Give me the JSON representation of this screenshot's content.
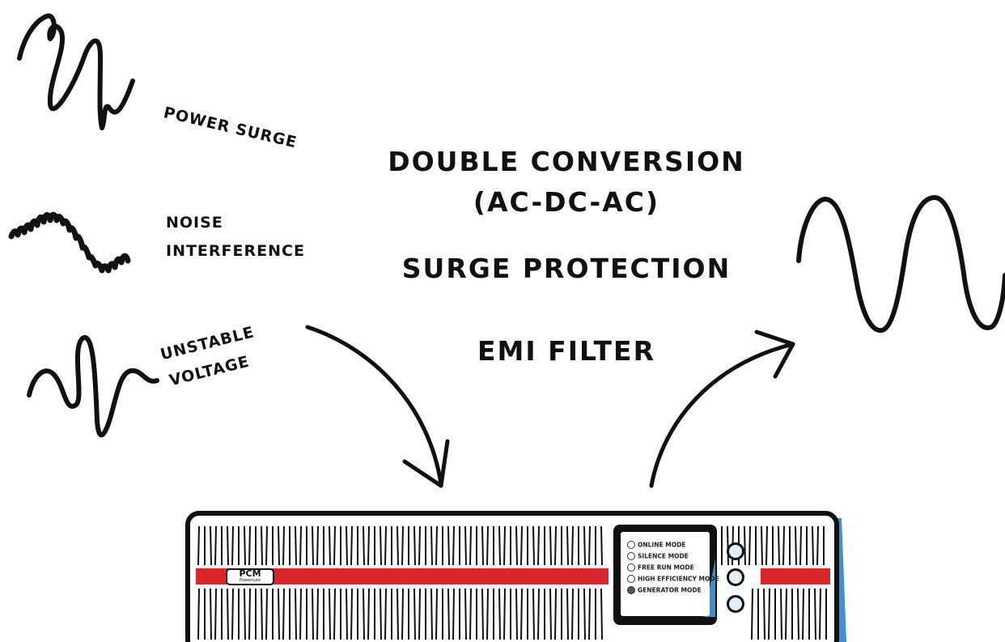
{
  "problems": [
    {
      "label": "POWER SURGE",
      "icon": "power-surge-wave-icon"
    },
    {
      "label_line1": "NOISE",
      "label_line2": "INTERFERENCE",
      "icon": "noise-wave-icon"
    },
    {
      "label_line1": "UNSTABLE",
      "label_line2": "VOLTAGE",
      "icon": "unstable-voltage-wave-icon"
    }
  ],
  "features": {
    "line1": "DOUBLE CONVERSION",
    "line2": "(AC-DC-AC)",
    "line3": "SURGE PROTECTION",
    "line4": "EMI FILTER"
  },
  "output_wave_icon": "clean-sine-wave-icon",
  "ups": {
    "brand": "PCM",
    "brand_sub": "Powersure",
    "display_modes": [
      "ONLINE MODE",
      "SILENCE MODE",
      "FREE RUN MODE",
      "HIGH EFFICIENCY MODE",
      "GENERATOR MODE"
    ],
    "colors": {
      "stripe": "#d9262c",
      "outline": "#111111",
      "shadow": "#3d8fd6",
      "button": "#dff0fb"
    }
  }
}
